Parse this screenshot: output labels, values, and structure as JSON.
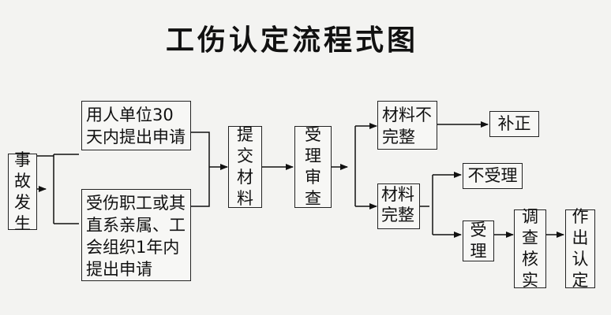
{
  "title": "工伤认定流程式图",
  "nodes": {
    "start": "事故发生",
    "employer_apply": "用人单位30天内提出申请",
    "worker_apply": "受伤职工或其直系亲属、工会组织1年内提出申请",
    "submit": "提交材料",
    "review": "受理审查",
    "incomplete": "材料不完整",
    "supplement": "补正",
    "complete": "材料完整",
    "reject": "不受理",
    "accept": "受理",
    "investigate": "调查核实",
    "decide": "作出认定"
  }
}
